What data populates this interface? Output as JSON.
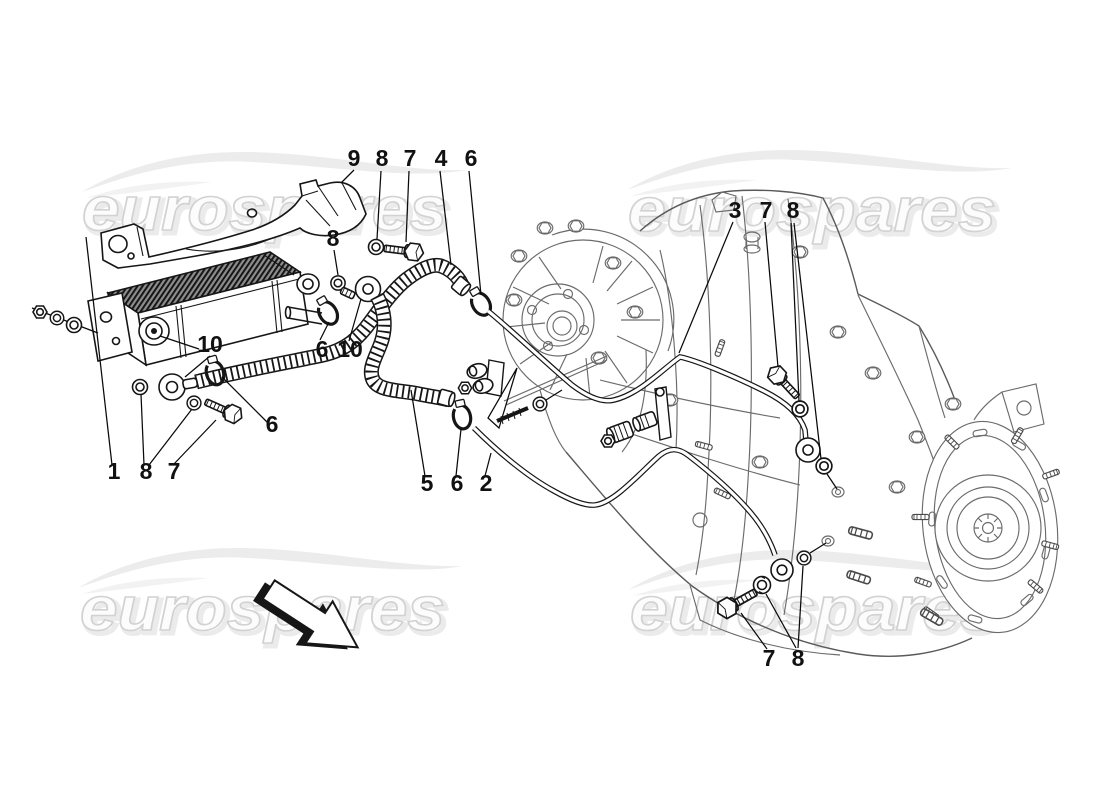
{
  "watermark": {
    "text": "eurospares"
  },
  "colors": {
    "background": "#ffffff",
    "line_foreground": "#161616",
    "line_gearbox": "#6b6b6b",
    "label_text": "#111111",
    "watermark_fill": "#fcfcfc",
    "watermark_outline": "#d2d2d2",
    "swoosh": "#ececec"
  },
  "arrow": {
    "direction": "down-right"
  },
  "callouts": [
    {
      "label": "9"
    },
    {
      "label": "8"
    },
    {
      "label": "7"
    },
    {
      "label": "4"
    },
    {
      "label": "6"
    },
    {
      "label": "8"
    },
    {
      "label": "10"
    },
    {
      "label": "6"
    },
    {
      "label": "10"
    },
    {
      "label": "6"
    },
    {
      "label": "1"
    },
    {
      "label": "8"
    },
    {
      "label": "7"
    },
    {
      "label": "5"
    },
    {
      "label": "6"
    },
    {
      "label": "2"
    },
    {
      "label": "3"
    },
    {
      "label": "7"
    },
    {
      "label": "8"
    },
    {
      "label": "7"
    },
    {
      "label": "8"
    }
  ]
}
